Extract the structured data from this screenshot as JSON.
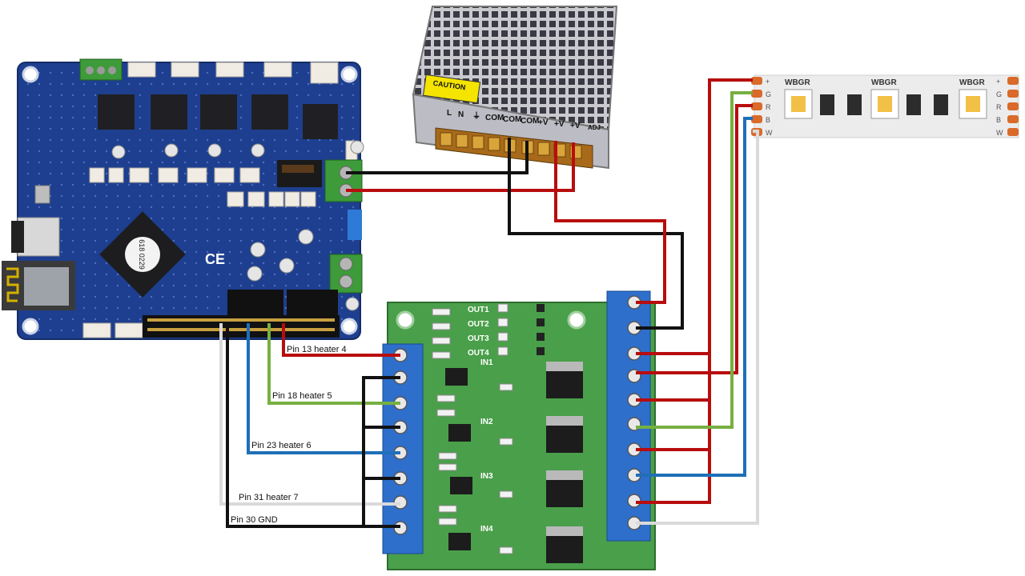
{
  "wiring_labels": {
    "pin13": "Pin 13 heater 4",
    "pin18": "Pin 18 heater 5",
    "pin23": "Pin 23 heater 6",
    "pin31": "Pin 31 heater 7",
    "pin30": "Pin 30 GND"
  },
  "power_supply": {
    "terminals": [
      "L",
      "N",
      "⏚",
      "COM",
      "COM",
      "COM",
      "+V",
      "+V",
      "+V"
    ],
    "caution": "CAUTION",
    "adj": "ADJ"
  },
  "led_strip": {
    "led_label": "WBGR",
    "pins": [
      "+",
      "G",
      "R",
      "B",
      "W"
    ],
    "right_pins": [
      "+",
      "G",
      "R",
      "B",
      "W"
    ]
  },
  "mosfet_board": {
    "outputs": [
      "OUT1",
      "OUT2",
      "OUT3",
      "OUT4"
    ],
    "inputs": [
      "IN1",
      "IN2",
      "IN3",
      "IN4"
    ]
  },
  "controller_board": {
    "chip_label": "618 0229",
    "ce_mark": "CE"
  },
  "wire_colors": {
    "red": "#b80d0d",
    "black": "#111111",
    "green": "#76b041",
    "blue": "#1f6fb8",
    "white": "#dadada"
  }
}
